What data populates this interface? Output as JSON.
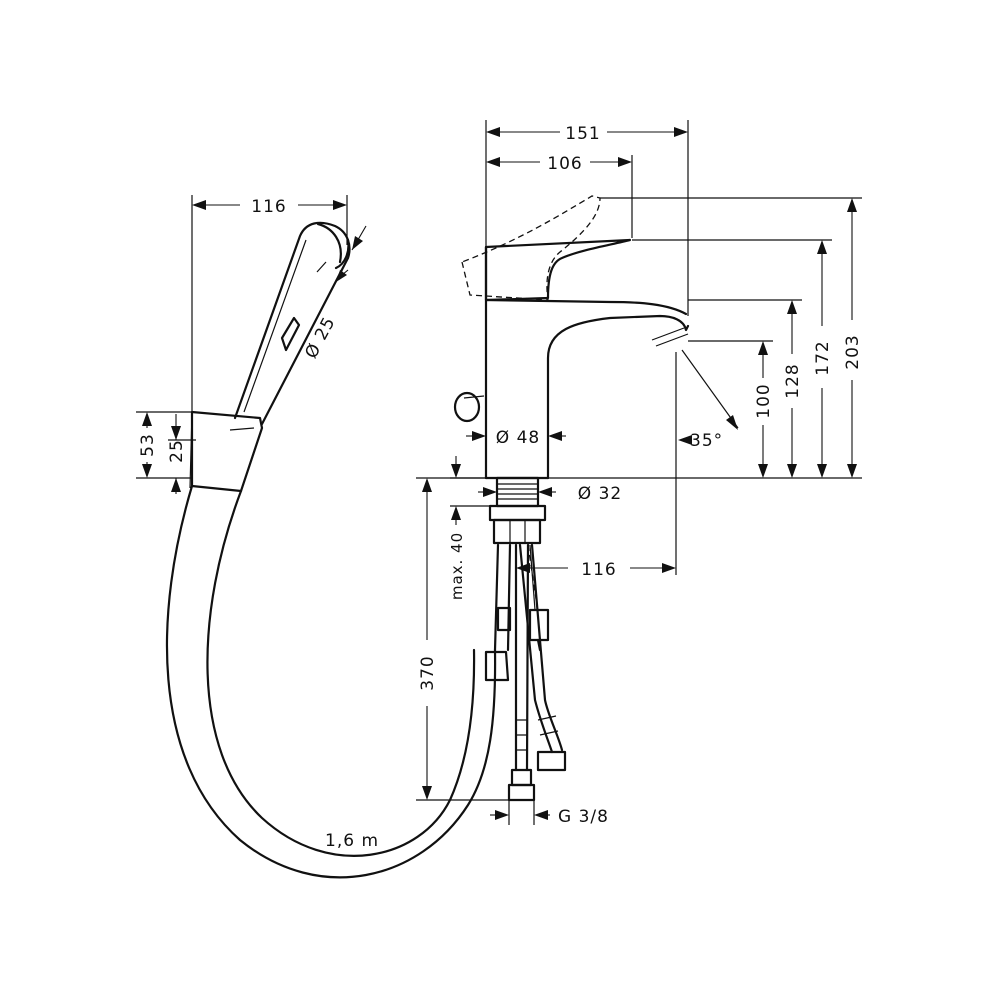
{
  "diagram": {
    "labels": {
      "shower_width": "116",
      "shower_head_diameter": "Ø 25",
      "holder_height": "53",
      "holder_inner": "25",
      "total_width": "151",
      "spout_reach": "106",
      "height_total": "203",
      "height_lever": "172",
      "height_spout_top": "128",
      "height_spout_outlet": "100",
      "spray_angle": "35°",
      "body_diameter": "Ø 48",
      "shank_diameter": "Ø 32",
      "max_thickness": "max. 40",
      "base_offset": "116",
      "supply_length": "370",
      "thread": "G 3/8",
      "hose_length": "1,6 m"
    }
  }
}
